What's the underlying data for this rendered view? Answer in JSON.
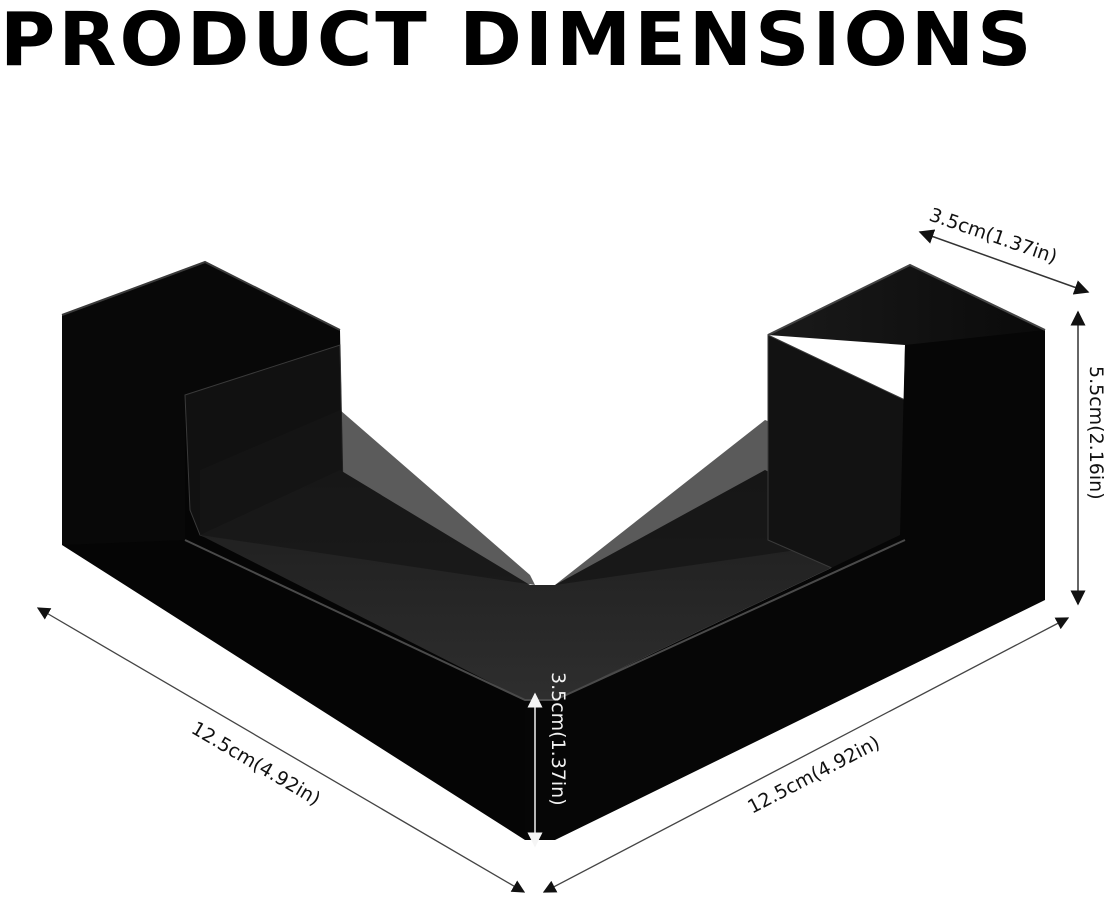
{
  "title": "PRODUCT DIMENSIONS",
  "dimensions": {
    "depth_top": {
      "label": "3.5cm(1.37in)",
      "cm": 3.5,
      "in": 1.37
    },
    "height_right": {
      "label": "5.5cm(2.16in)",
      "cm": 5.5,
      "in": 2.16
    },
    "height_front": {
      "label": "3.5cm(1.37in)",
      "cm": 3.5,
      "in": 1.37
    },
    "length_left": {
      "label": "12.5cm(4.92in)",
      "cm": 12.5,
      "in": 4.92
    },
    "length_right": {
      "label": "12.5cm(4.92in)",
      "cm": 12.5,
      "in": 4.92
    }
  },
  "colors": {
    "background": "#ffffff",
    "product": "#0a0a0a",
    "product_floor": "#2a2a2a",
    "dimension_line": "#333333",
    "text": "#111111"
  }
}
